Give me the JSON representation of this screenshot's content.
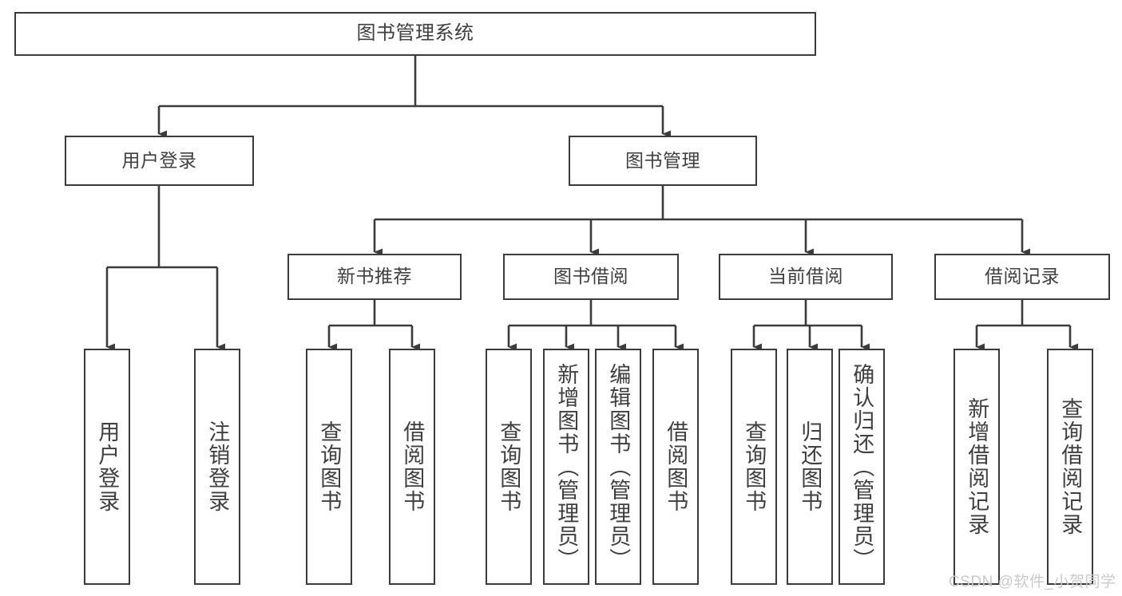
{
  "diagram": {
    "title": "图书管理系统",
    "type": "tree-hierarchy-diagram",
    "colors": {
      "box_border": "#3b3b3b",
      "box_fill": "#ffffff",
      "text": "#3f3f3f",
      "connector": "#3b3b3b",
      "watermark": "#c9c9c9",
      "background": "#ffffff"
    },
    "root": {
      "id": "root",
      "label": "图书管理系统"
    },
    "level2": [
      {
        "id": "user-login",
        "label": "用户登录"
      },
      {
        "id": "book-manage",
        "label": "图书管理"
      }
    ],
    "level3": [
      {
        "id": "new-book-recommend",
        "label": "新书推荐"
      },
      {
        "id": "book-borrow",
        "label": "图书借阅"
      },
      {
        "id": "current-borrow",
        "label": "当前借阅"
      },
      {
        "id": "borrow-record",
        "label": "借阅记录"
      }
    ],
    "leaves": [
      {
        "id": "leaf-user-login",
        "label": "用户登录",
        "parent": "user-login"
      },
      {
        "id": "leaf-logout-login",
        "label": "注销登录",
        "parent": "user-login"
      },
      {
        "id": "leaf-query-book-1",
        "label": "查询图书",
        "parent": "new-book-recommend"
      },
      {
        "id": "leaf-borrow-book-1",
        "label": "借阅图书",
        "parent": "new-book-recommend"
      },
      {
        "id": "leaf-query-book-2",
        "label": "查询图书",
        "parent": "book-borrow"
      },
      {
        "id": "leaf-add-book",
        "label": "新增图书（管理员）",
        "parent": "book-borrow"
      },
      {
        "id": "leaf-edit-book",
        "label": "编辑图书（管理员）",
        "parent": "book-borrow"
      },
      {
        "id": "leaf-borrow-book-2",
        "label": "借阅图书",
        "parent": "book-borrow"
      },
      {
        "id": "leaf-query-book-3",
        "label": "查询图书",
        "parent": "current-borrow"
      },
      {
        "id": "leaf-return-book",
        "label": "归还图书",
        "parent": "current-borrow"
      },
      {
        "id": "leaf-confirm-return",
        "label": "确认归还（管理员）",
        "parent": "current-borrow"
      },
      {
        "id": "leaf-add-record",
        "label": "新增借阅记录",
        "parent": "borrow-record"
      },
      {
        "id": "leaf-query-record",
        "label": "查询借阅记录",
        "parent": "borrow-record"
      }
    ]
  },
  "watermark": {
    "text": "CSDN @软件_小贺同学"
  }
}
